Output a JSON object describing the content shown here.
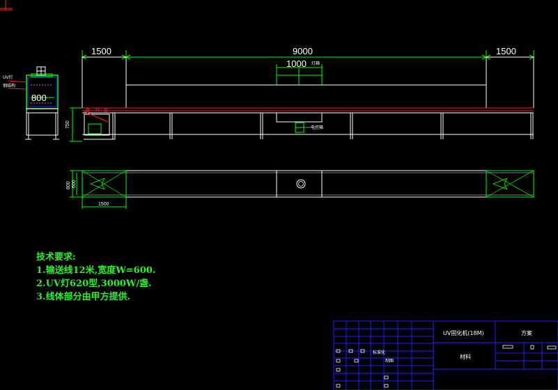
{
  "dimensions": {
    "left_section": "1500",
    "middle_section": "9000",
    "right_section": "1500",
    "lamp_section": "1000",
    "end_view_width": "800",
    "height": "750",
    "plan_width": "800",
    "plan_width_inner": "600",
    "plan_bottom": "1500"
  },
  "labels": {
    "uv_lamp": "UV灯",
    "side_label": "钢结构",
    "lamp_tag_top": "灯箱",
    "lamp_tag_bottom": "电控箱"
  },
  "notes": {
    "title": "技术要求:",
    "items": [
      "1.输送线12米,宽度W=600.",
      "2.UV灯620型,3000W/盏.",
      "3.线体部分由甲方提供."
    ]
  },
  "title_block": {
    "drawing_name": "UV固化机(18M)",
    "scheme": "方案",
    "material": "材料",
    "process_label": "标准化",
    "design_label": "制图"
  },
  "colors": {
    "background": "#000000",
    "frame_white": "#ffffff",
    "green": "#00ff00",
    "red": "#ff2020",
    "blue": "#2020ff",
    "cyan": "#00ffff",
    "magenta": "#ff40ff",
    "notes_green": "#2bf02b"
  }
}
